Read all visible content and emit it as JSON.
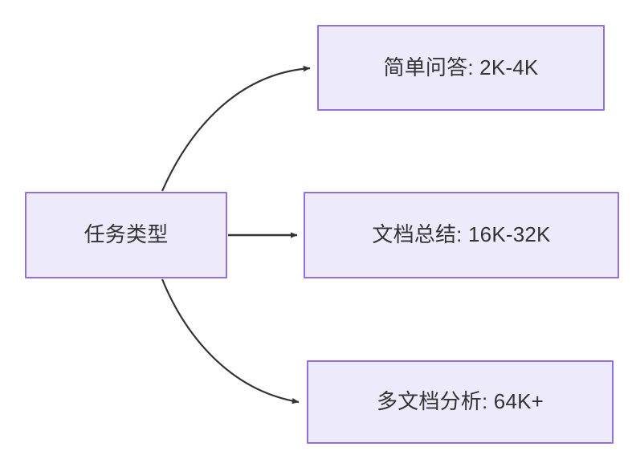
{
  "diagram": {
    "type": "flowchart",
    "direction": "left-to-right",
    "background_color": "#FFFFFF",
    "node_fill_color": "#ECEAFB",
    "node_border_color": "#9370DB",
    "node_text_color": "#333333",
    "edge_color": "#333333",
    "root": {
      "id": "root",
      "label": "任务类型"
    },
    "branches": [
      {
        "id": "simple-qa",
        "label": "简单问答: 2K-4K",
        "edge_style": "curved",
        "arrowhead": "solid-triangle"
      },
      {
        "id": "doc-sum",
        "label": "文档总结: 16K-32K",
        "edge_style": "straight",
        "arrowhead": "solid-triangle"
      },
      {
        "id": "multi-doc",
        "label": "多文档分析: 64K+",
        "edge_style": "curved",
        "arrowhead": "solid-triangle"
      }
    ]
  }
}
